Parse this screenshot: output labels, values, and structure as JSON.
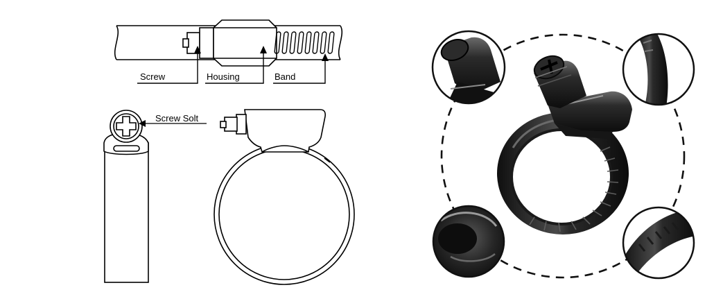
{
  "labels": {
    "screw": "Screw",
    "housing": "Housing",
    "band": "Band",
    "screw_slot": "Screw Solt"
  },
  "colors": {
    "line": "#000000",
    "paper": "#ffffff",
    "metal_dark": "#1b1b1b",
    "metal_mid": "#3a3a3a",
    "metal_hi": "#8a8a8a"
  },
  "photo_panel": {
    "subject": "black-hose-clamp",
    "detail_views": [
      "screw-housing-closeup",
      "band-closeup-top",
      "housing-underside-closeup",
      "band-perforation-closeup"
    ]
  }
}
